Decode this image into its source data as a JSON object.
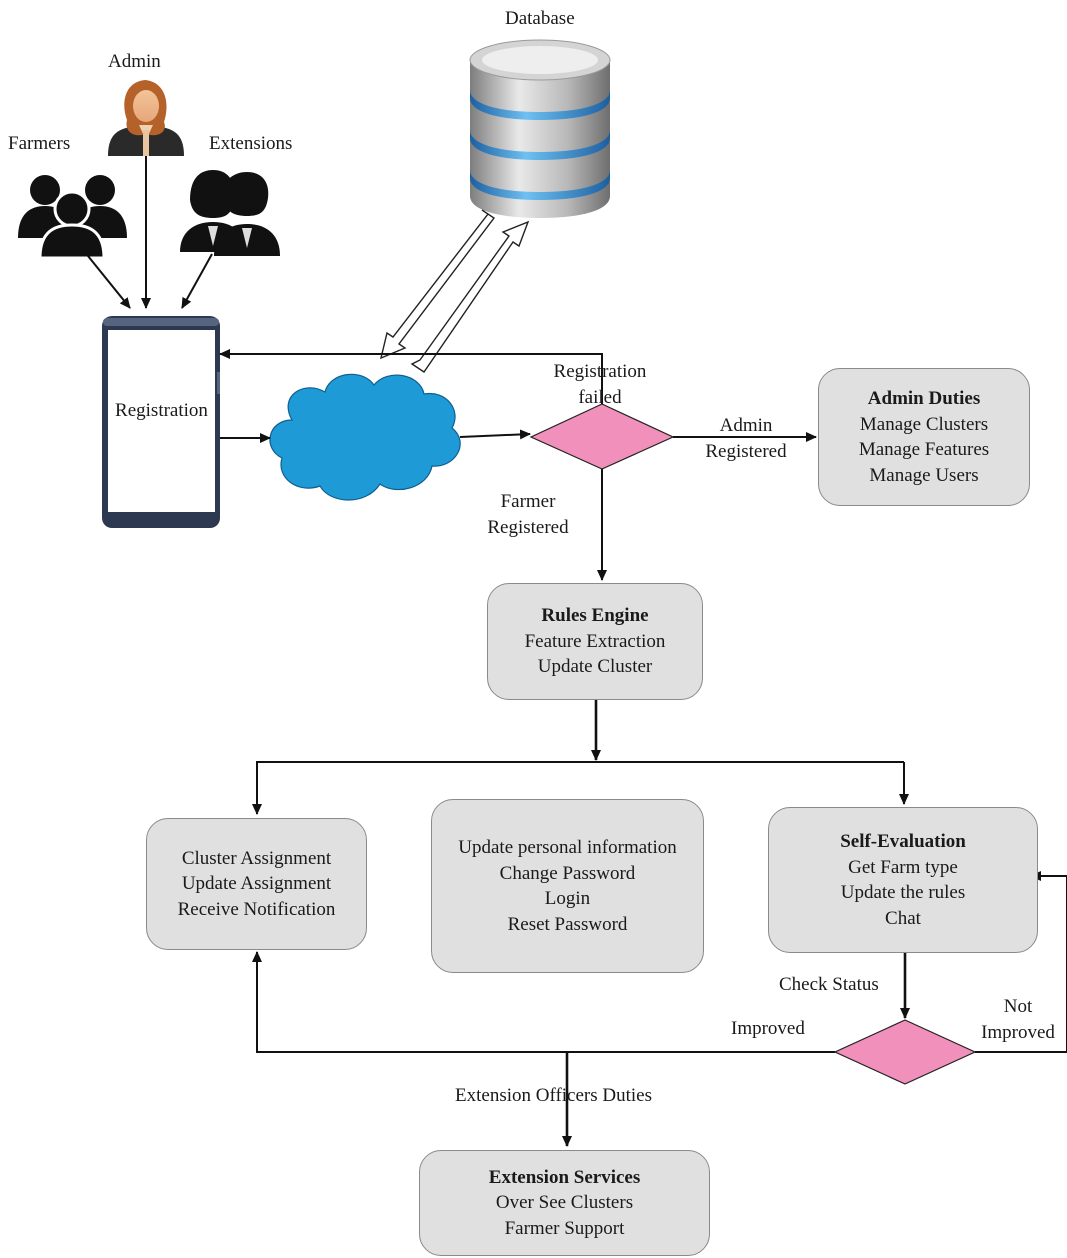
{
  "actors": {
    "farmers": "Farmers",
    "admin": "Admin",
    "extensions": "Extensions",
    "database": "Database"
  },
  "phone": {
    "screen_text": "Registration"
  },
  "decision_labels": {
    "registration_failed": "Registration failed",
    "admin_registered": "Admin Registered",
    "farmer_registered": "Farmer Registered",
    "check_status": "Check Status",
    "improved": "Improved",
    "not_improved": "Not Improved",
    "extension_officers_duties": "Extension Officers Duties"
  },
  "boxes": {
    "admin_duties": {
      "title": "Admin Duties",
      "lines": [
        "Manage Clusters",
        "Manage Features",
        "Manage Users"
      ]
    },
    "rules_engine": {
      "title": "Rules Engine",
      "lines": [
        "Feature Extraction",
        "Update Cluster"
      ]
    },
    "cluster": {
      "lines": [
        "Cluster Assignment",
        "Update Assignment",
        "Receive Notification"
      ]
    },
    "personal": {
      "lines": [
        "Update personal information",
        "Change Password",
        "Login",
        "Reset Password"
      ]
    },
    "self_eval": {
      "title": "Self-Evaluation",
      "lines": [
        "Get Farm type",
        "Update the rules",
        "Chat"
      ]
    },
    "extension_services": {
      "title": "Extension Services",
      "lines": [
        "Over See Clusters",
        "Farmer Support"
      ]
    }
  },
  "colors": {
    "decision_fill": "#f191bb",
    "cloud_fill": "#1e9bd7",
    "box_fill": "#e0e0e0",
    "db_ring": "#3a8fd0"
  }
}
